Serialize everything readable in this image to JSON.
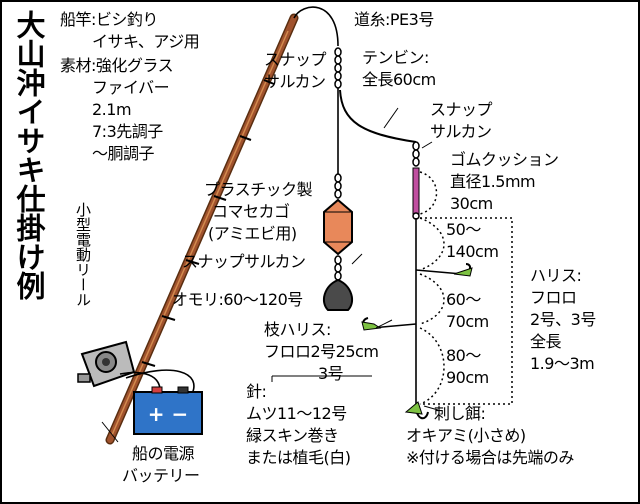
{
  "title": "大山沖イサキ仕掛け例",
  "rod": {
    "label": "船竿:ビシ釣り",
    "use": "イサキ、アジ用",
    "material_label": "素材:強化グラス",
    "material_2": "ファイバー",
    "length": "2.1m",
    "action_1": "7:3先調子",
    "action_2": "～胴調子"
  },
  "reel": "小型電動リール",
  "battery": {
    "symbol": "+ −",
    "label_1": "船の電源",
    "label_2": "バッテリー"
  },
  "main_line": "道糸:PE3号",
  "snap_swivel_top": {
    "line_1": "スナップ",
    "line_2": "サルカン"
  },
  "tenbin": {
    "line_1": "テンビン:",
    "line_2": "全長60cm"
  },
  "snap_swivel_right": {
    "line_1": "スナップ",
    "line_2": "サルカン"
  },
  "cushion": {
    "line_1": "ゴムクッション",
    "line_2": "直径1.5mm",
    "line_3": "30cm"
  },
  "basket": {
    "line_1": "プラスチック製",
    "line_2": "コマセカゴ",
    "line_3": "(アミエビ用)"
  },
  "snap_swivel_bottom": "スナップサルカン",
  "sinker": "オモリ:60～120号",
  "branch": {
    "line_1": "枝ハリス:",
    "line_2": "フロロ2号25cm",
    "line_3": "3号"
  },
  "spacing": [
    {
      "top": "50～",
      "bottom": "140cm"
    },
    {
      "top": "60～",
      "bottom": "70cm"
    },
    {
      "top": "80～",
      "bottom": "90cm"
    }
  ],
  "leader": {
    "line_1": "ハリス:",
    "line_2": "フロロ",
    "line_3": "2号、3号",
    "line_4": "全長",
    "line_5": "1.9～3m"
  },
  "hook": {
    "line_1": "針:",
    "line_2": "ムツ11～12号",
    "line_3": "緑スキン巻き",
    "line_4": "または植毛(白)"
  },
  "bait": {
    "line_1": "刺し餌:",
    "line_2": "オキアミ(小さめ)",
    "line_3": "※付ける場合は先端のみ"
  },
  "colors": {
    "rod": "#a0522d",
    "rod_dark": "#5a2e10",
    "basket": "#e8885a",
    "sinker": "#4a4a4a",
    "battery": "#2f74c8",
    "cushion": "#c04fa0",
    "skin": "#7dc242"
  }
}
